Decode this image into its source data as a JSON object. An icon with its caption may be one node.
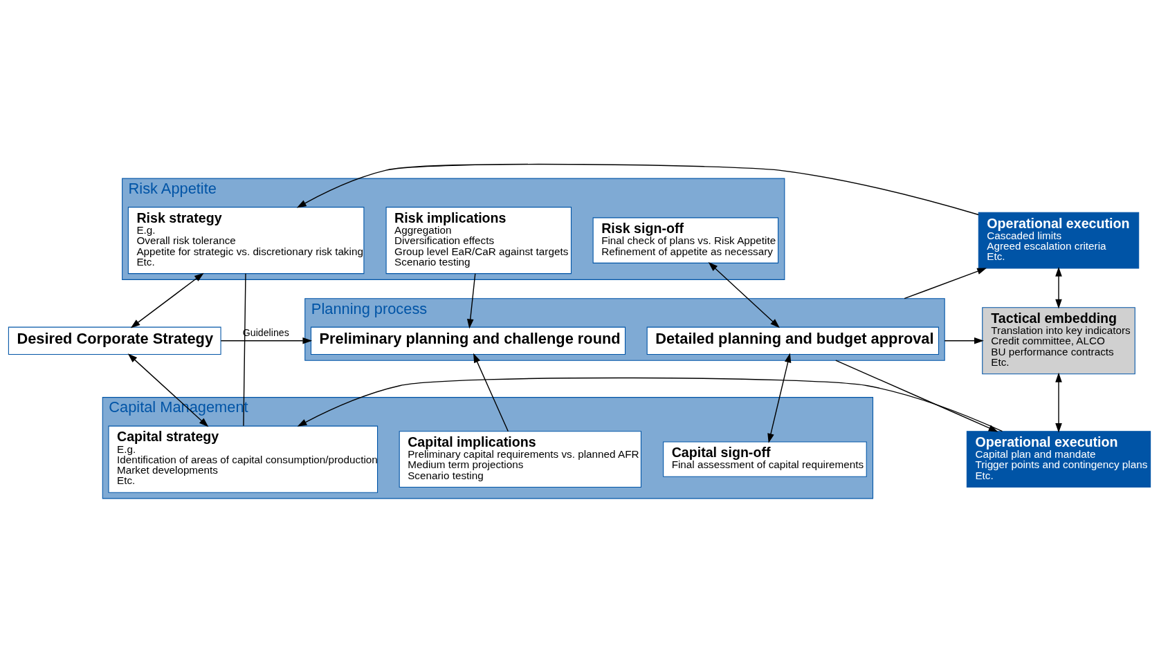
{
  "diagram": {
    "nodes": [
      {
        "text": [
          "Risk Appetite"
        ]
      },
      {
        "text": [
          "Risk strategy",
          "E.g.",
          "Overall risk tolerance",
          "Appetite for strategic vs. discretionary risk taking",
          "Etc."
        ],
        "in": 0
      },
      {
        "text": [
          "Risk implications",
          "Aggregation",
          "Diversification effects",
          "Group level EaR/CaR against targets",
          "Scenario testing"
        ],
        "in": 0
      },
      {
        "text": [
          "Risk sign-off",
          "Final check of plans vs. Risk Appetite",
          "Refinement of appetite as necessary"
        ],
        "in": 0
      },
      {
        "text": [
          "Desired Corporate Strategy"
        ]
      },
      {
        "text": [
          "Planning process"
        ]
      },
      {
        "text": [
          "Preliminary planning and challenge round"
        ],
        "in": 5
      },
      {
        "text": [
          "Detailed planning and budget approval"
        ],
        "in": 5
      },
      {
        "text": [
          "Capital Management"
        ]
      },
      {
        "text": [
          "Capital strategy",
          "E.g.",
          "Identification of areas of capital consumption/production",
          "Market developments",
          "Etc."
        ],
        "in": 8
      },
      {
        "text": [
          "Capital implications",
          "Preliminary capital requirements vs. planned AFR",
          "Medium term projections",
          "Scenario testing"
        ],
        "in": 8
      },
      {
        "text": [
          "Capital sign-off",
          "Final assessment of capital requirements"
        ],
        "in": 8
      },
      {
        "text": [
          "Operational execution",
          "Cascaded limits",
          "Agreed escalation criteria",
          "Etc."
        ]
      },
      {
        "text": [
          "Tactical embedding",
          "Translation into key indicators",
          "Credit committee, ALCO",
          "BU performance contracts",
          "Etc."
        ]
      },
      {
        "text": [
          "Operational execution",
          "Capital plan and mandate",
          "Trigger points and contingency plans",
          "Etc."
        ]
      }
    ],
    "edges": [
      {
        "from": 12,
        "to": 1,
        "arrow": "to"
      },
      {
        "from": 1,
        "to": 4,
        "arrow": "both"
      },
      {
        "from": 1,
        "to": 9,
        "arrow": "none"
      },
      {
        "from": 4,
        "to": 6,
        "arrow": "to",
        "label": "Guidelines"
      },
      {
        "from": 2,
        "to": 6,
        "arrow": "to"
      },
      {
        "from": 3,
        "to": 7,
        "arrow": "both"
      },
      {
        "from": 4,
        "to": 9,
        "arrow": "both"
      },
      {
        "from": 10,
        "to": 6,
        "arrow": "to"
      },
      {
        "from": 7,
        "to": 11,
        "arrow": "both"
      },
      {
        "from": 5,
        "to": 12,
        "arrow": "to"
      },
      {
        "from": 5,
        "to": 13,
        "arrow": "to"
      },
      {
        "from": 5,
        "to": 14,
        "arrow": "to"
      },
      {
        "from": 12,
        "to": 13,
        "arrow": "both"
      },
      {
        "from": 13,
        "to": 14,
        "arrow": "both"
      },
      {
        "from": 14,
        "to": 9,
        "arrow": "to"
      }
    ]
  }
}
